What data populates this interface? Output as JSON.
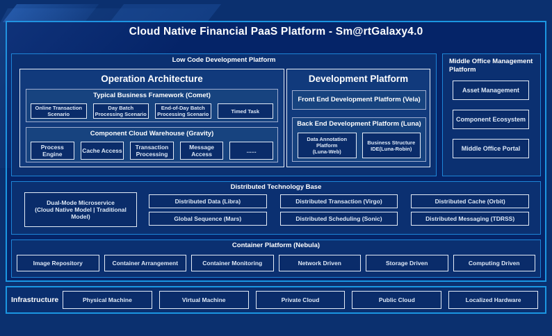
{
  "title": "Cloud Native Financial PaaS Platform - Sm@rtGalaxy4.0",
  "colors": {
    "page_background": "#0b306f",
    "frame_background": "#052468",
    "accent_border": "#1b96e2",
    "leaf_background": "#0a2c6a",
    "leaf_border": "#e4ecf7"
  },
  "low_code": {
    "label": "Low Code Development Platform",
    "operation_architecture": {
      "title": "Operation Architecture",
      "comet": {
        "title": "Typical Business Framework (Comet)",
        "items": [
          "Online Transaction Scenario",
          "Day Batch Processing Scenario",
          "End-of-Day Batch Processing Scenario",
          "Timed Task"
        ]
      },
      "gravity": {
        "title": "Component Cloud Warehouse (Gravity)",
        "items": [
          "Process Engine",
          "Cache Access",
          "Transaction Processing",
          "Message Access",
          "......"
        ]
      }
    },
    "development_platform": {
      "title": "Development Platform",
      "front_end": "Front End Development Platform (Vela)",
      "back_end": {
        "title": "Back End Development Platform (Luna)",
        "items": [
          "Data Annotation Platform\n(Luna-Web)",
          "Business Structure\nIDE(Luna-Robin)"
        ]
      }
    }
  },
  "middle_office": {
    "label": "Middle Office Management Platform",
    "items": [
      "Asset Management",
      "Component Ecosystem",
      "Middle Office Portal"
    ]
  },
  "distributed": {
    "label": "Distributed Technology Base",
    "dual_mode": "Dual-Mode Microservice\n(Cloud Native Model | Traditional Model)",
    "grid": [
      "Distributed Data (Libra)",
      "Global Sequence (Mars)",
      "Distributed Transaction (Virgo)",
      "Distributed Scheduling (Sonic)",
      "Distributed Cache (Orbit)",
      "Distributed Messaging (TDRSS)"
    ]
  },
  "container_platform": {
    "label": "Container Platform (Nebula)",
    "items": [
      "Image Repository",
      "Container Arrangement",
      "Container Monitoring",
      "Network Driven",
      "Storage Driven",
      "Computing Driven"
    ]
  },
  "infrastructure": {
    "label": "Infrastructure",
    "items": [
      "Physical Machine",
      "Virtual Machine",
      "Private Cloud",
      "Public Cloud",
      "Localized Hardware"
    ]
  }
}
